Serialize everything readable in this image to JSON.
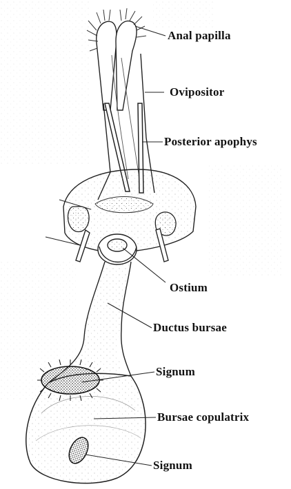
{
  "labels": {
    "anal_papilla": "Anal papilla",
    "ovipositor": "Ovipositor",
    "posterior_apophysis": "Posterior apophys",
    "ostium": "Ostium",
    "ductus_bursae": "Ductus bursae",
    "signum_upper": "Signum",
    "bursae_copulatrix": "Bursae copulatrix",
    "signum_lower": "Signum"
  },
  "colors": {
    "ink": "#222222",
    "paper": "#ffffff",
    "faint_text": "#d8d8d8"
  }
}
